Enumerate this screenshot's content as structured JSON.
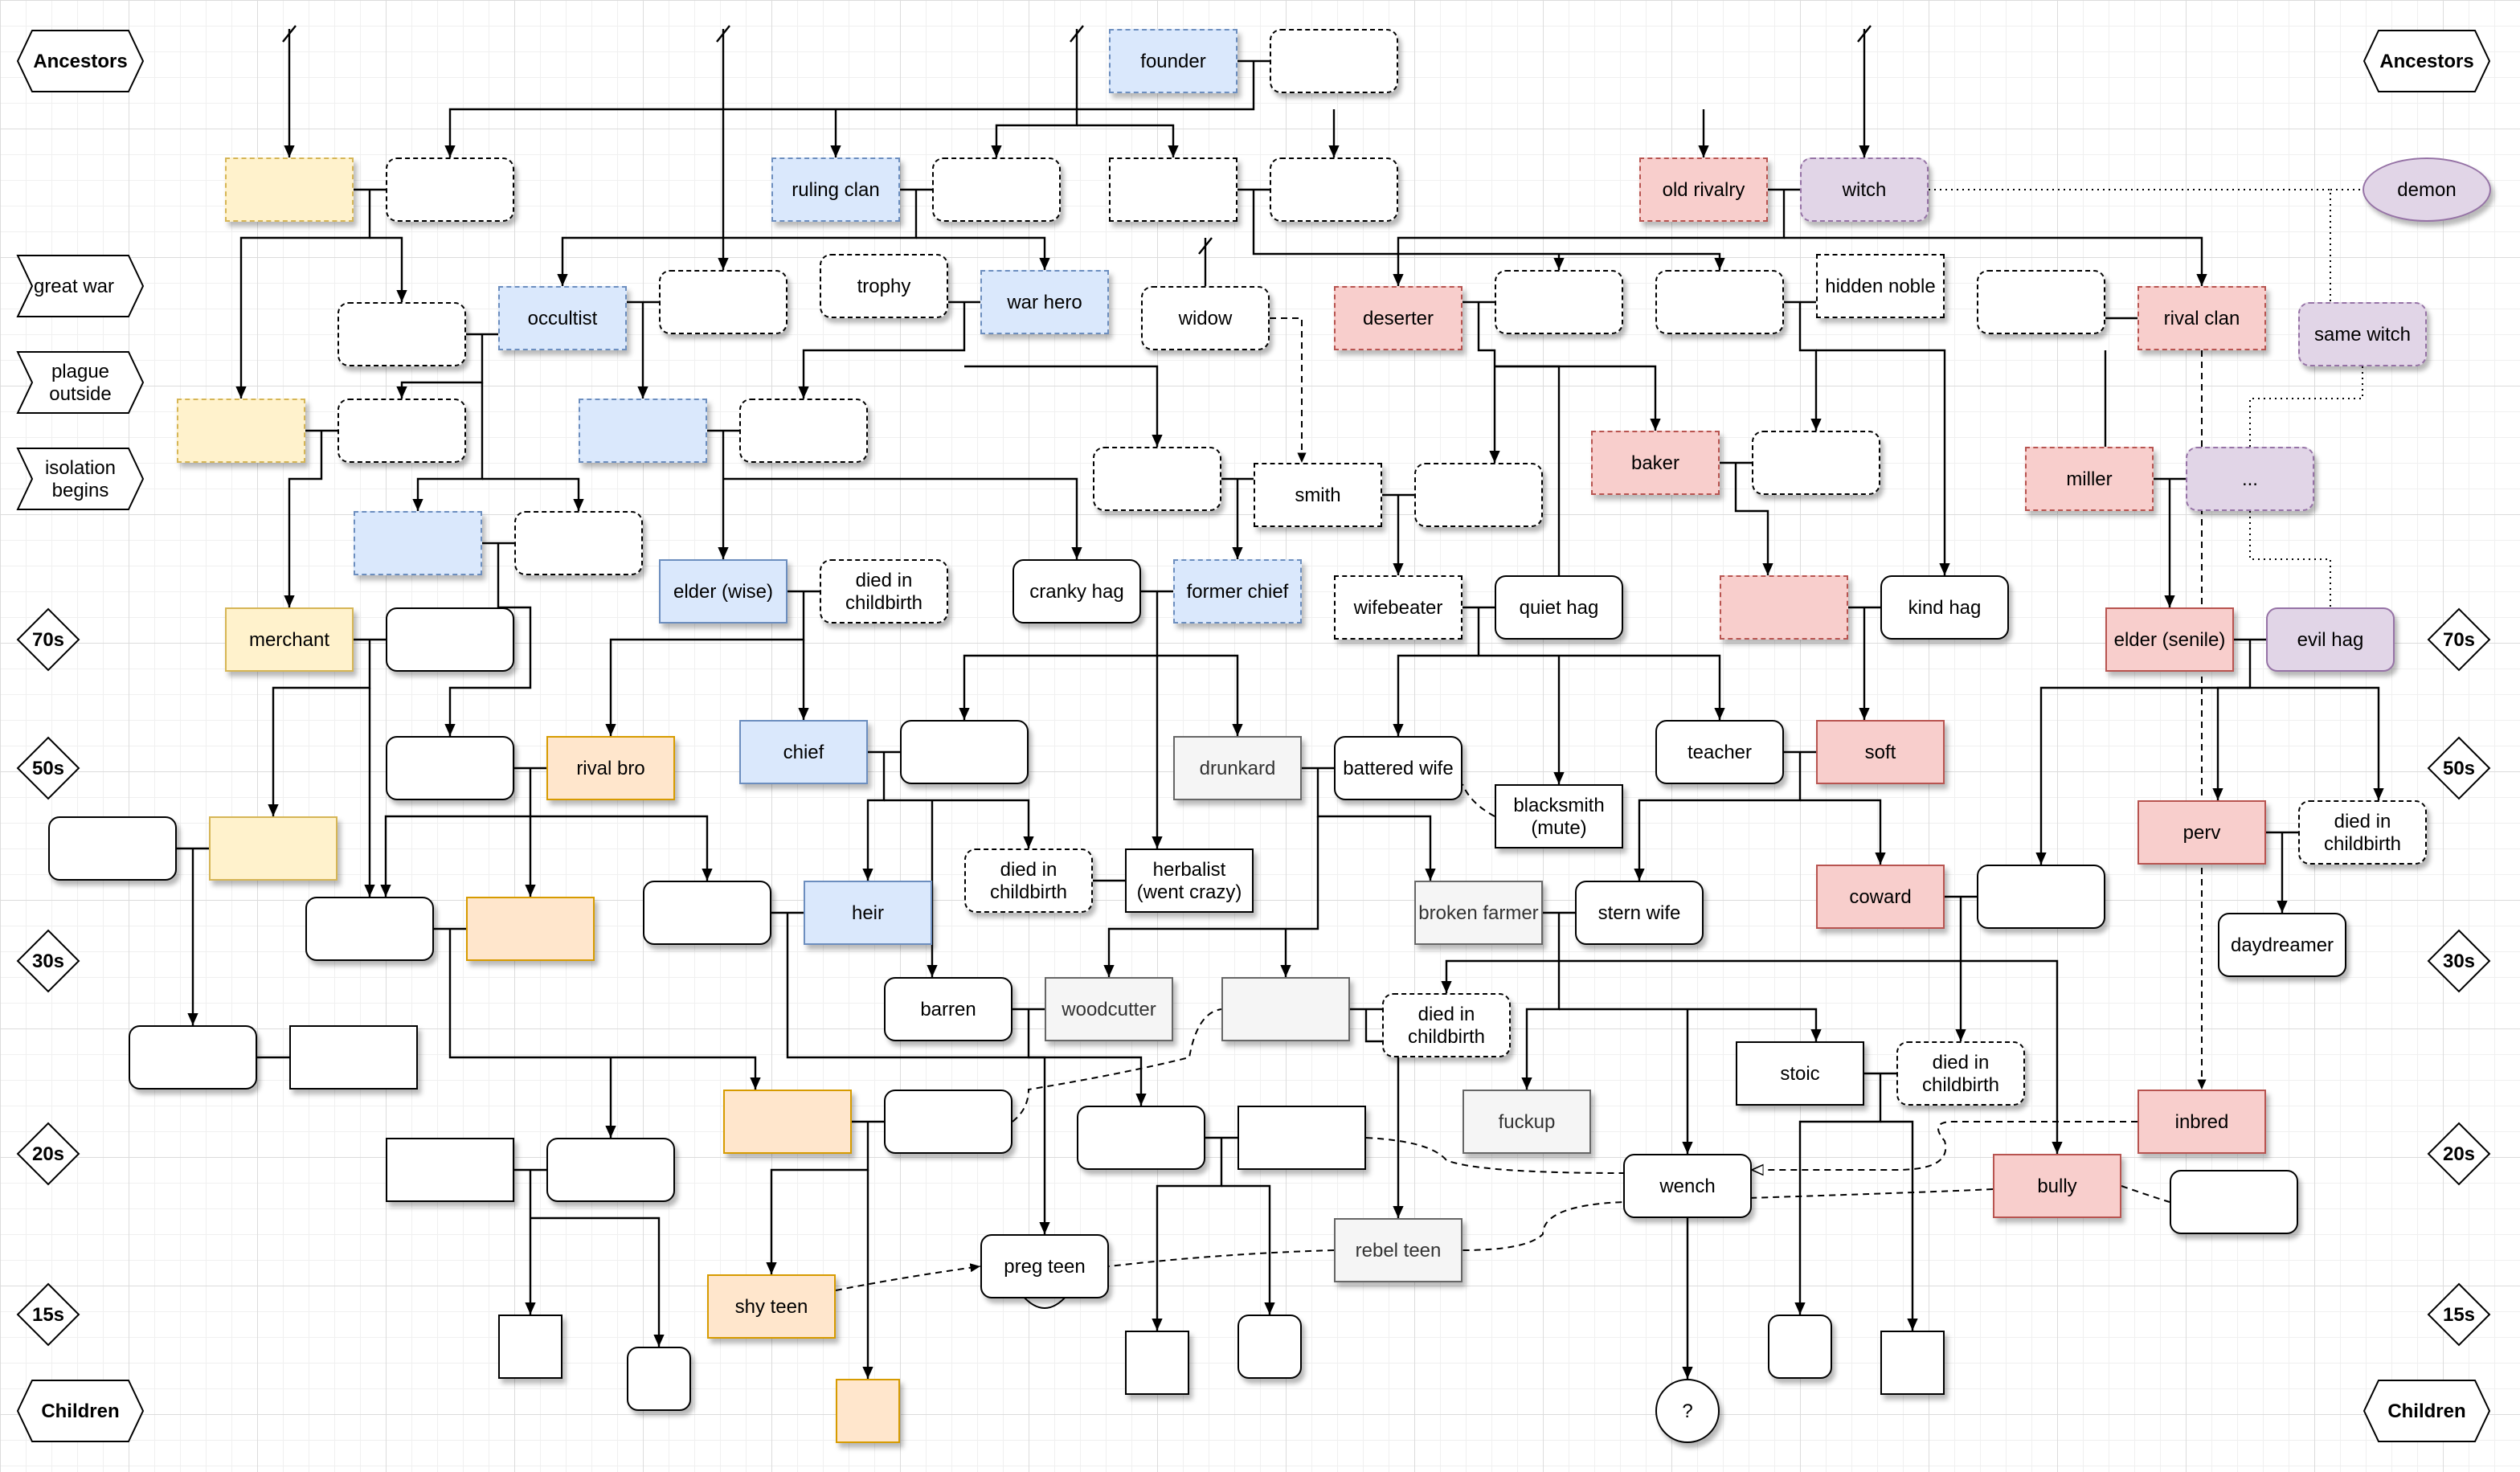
{
  "labels": {
    "ancestors": "Ancestors",
    "children": "Children",
    "great_war": "great war",
    "plague_outside": "plague outside",
    "isolation_begins": "isolation begins",
    "age_70s": "70s",
    "age_50s": "50s",
    "age_30s": "30s",
    "age_20s": "20s",
    "age_15s": "15s"
  },
  "nodes": {
    "founder": "founder",
    "ruling_clan": "ruling clan",
    "old_rivalry": "old rivalry",
    "witch": "witch",
    "demon": "demon",
    "trophy": "trophy",
    "war_hero": "war hero",
    "widow": "widow",
    "occultist": "occultist",
    "deserter": "deserter",
    "hidden_noble": "hidden noble",
    "rival_clan": "rival clan",
    "same_witch": "same witch",
    "baker": "baker",
    "miller": "miller",
    "ellipsis": "...",
    "smith": "smith",
    "elder_wise": "elder (wise)",
    "died_childbirth_1": "died in childbirth",
    "cranky_hag": "cranky hag",
    "former_chief": "former chief",
    "wifebeater": "wifebeater",
    "quiet_hag": "quiet hag",
    "kind_hag": "kind hag",
    "elder_senile": "elder (senile)",
    "evil_hag": "evil hag",
    "merchant": "merchant",
    "rival_bro": "rival bro",
    "chief": "chief",
    "drunkard": "drunkard",
    "battered_wife": "battered wife",
    "teacher": "teacher",
    "soft": "soft",
    "blacksmith": "blacksmith (mute)",
    "perv": "perv",
    "died_childbirth_2": "died in childbirth",
    "died_childbirth_3": "died in childbirth",
    "herbalist": "herbalist (went crazy)",
    "heir": "heir",
    "broken_farmer": "broken farmer",
    "stern_wife": "stern wife",
    "coward": "coward",
    "daydreamer": "daydreamer",
    "barren": "barren",
    "woodcutter": "woodcutter",
    "died_childbirth_4": "died in childbirth",
    "stoic": "stoic",
    "died_childbirth_5": "died in childbirth",
    "fuckup": "fuckup",
    "inbred": "inbred",
    "wench": "wench",
    "bully": "bully",
    "rebel_teen": "rebel teen",
    "preg_teen": "preg teen",
    "shy_teen": "shy teen",
    "unknown": "?"
  }
}
